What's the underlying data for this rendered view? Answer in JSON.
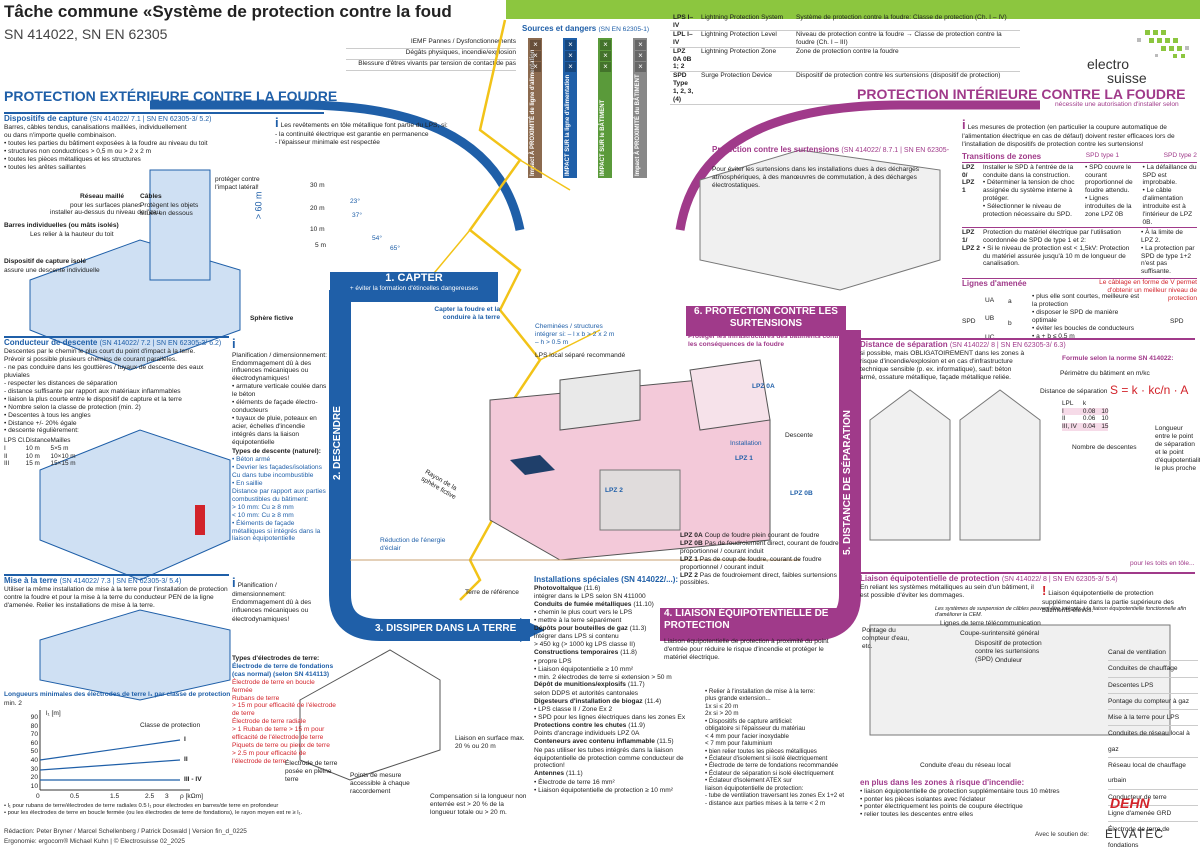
{
  "header": {
    "title": "Tâche commune «Système de protection contre la foud",
    "subtitle": "SN 414022, SN EN 62305"
  },
  "brand": {
    "line1": "electro",
    "line2": "suisse"
  },
  "dangers": {
    "title": "Sources et dangers",
    "ref": "(SN EN 62305-1)",
    "rows": [
      "IEMF Pannes / Dysfonctionnements",
      "Dégâts physiques, incendie/explosion",
      "Blessure d'êtres vivants par tension de contact/de pas"
    ],
    "columns": [
      {
        "label": "Impact À PROXIMITÉ de ligne d'alimentation",
        "color": "#8b6a4f"
      },
      {
        "label": "IMPACT SUR la ligne d'alimentation",
        "color": "#1f5fa8"
      },
      {
        "label": "IMPACT SUR le BÂTIMENT",
        "color": "#5a9a3a"
      },
      {
        "label": "Impact À PROXIMITÉ du BÂTIMENT",
        "color": "#888888"
      }
    ],
    "mark": "×"
  },
  "lpl_table": [
    {
      "code": "LPS I–IV",
      "name": "Lightning Protection System",
      "desc": "Système de protection contre la foudre: Classe de protection (Ch. I – IV)"
    },
    {
      "code": "LPL I–IV",
      "name": "Lightning Protection Level",
      "desc": "Niveau de protection contre la foudre → Classe de protection contre la foudre (Ch. I – III)"
    },
    {
      "code": "LPZ 0A 0B 1; 2",
      "name": "Lightning Protection Zone",
      "desc": "Zone de protection contre la foudre"
    },
    {
      "code": "SPD Type 1, 2, 3, (4)",
      "name": "Surge Protection Device",
      "desc": "Dispositif de protection contre les surtensions (dispositif de protection)"
    }
  ],
  "left": {
    "heading": "PROTECTION EXTÉRIEURE CONTRE LA FOUDRE",
    "capture": {
      "title": "Dispositifs de capture",
      "ref": "(SN 414022/ 7.1 | SN EN 62305-3/ 5.2)",
      "text": "Barres, câbles tendus, canalisations maillées, individuellement\nou dans n'importe quelle combinaison.\n• toutes les parties du bâtiment exposées à la foudre au niveau du toit\n• structures non conductrices > 0,5 m ou > 2 x 2 m\n• toutes les pièces métalliques et les structures\n• toutes les arêtes saillantes",
      "info": "Les revêtements en tôle métallique font partie du LPS, si:\n- la continuité électrique est garantie en permanence\n- l'épaisseur minimale est respectée",
      "labels": [
        "Réseau maillé",
        "pour les surfaces planes",
        "installer au-dessus du niveau de l'eau",
        "Câbles",
        "Protègent les objets situés en dessous",
        "Barres individuelles (ou mâts isolés)",
        "Les relier à la hauteur du toit",
        "Dispositif de capture isolé",
        "assure une descente individuelle",
        "protéger contre l'impact latéral!",
        "Sphère fictive",
        "> 60 m"
      ],
      "heights": [
        "30 m",
        "20 m",
        "10 m",
        "5 m"
      ],
      "angles": [
        "23°",
        "37°",
        "54°",
        "65°"
      ]
    },
    "descent": {
      "title": "Conducteur de descente",
      "ref": "(SN 414022/ 7.2 | SN EN 62305-3/ 6.2)",
      "text": "Descentes par le chemin le plus court du point d'impact à la terre.\nPrévoir si possible plusieurs chemins de courant parallèles.\n- ne pas conduire dans les gouttières / tuyaux de descente des eaux pluviales\n- respecter les distances de séparation\n- distance suffisante par rapport aux matériaux inflammables\n• liaison la plus courte entre le dispositif de capture et la terre\n• Nombre selon la classe de protection (min. 2)\n• Descentes à tous les angles\n• Distance +/- 20% égale\n• descente régulièrement:",
      "table_head": [
        "LPS Cl.",
        "Distance",
        "Mailles"
      ],
      "table_rows": [
        [
          "I",
          "10 m",
          "5×5 m"
        ],
        [
          "II",
          "10 m",
          "10×10 m"
        ],
        [
          "III",
          "15 m",
          "15×15 m"
        ]
      ],
      "info": "Planification / dimensionnement:\nEndommagement dû à des influences mécaniques ou électrodynamiques!\n• armature verticale coulée dans le béton\n• éléments de façade électro-conducteurs\n• tuyaux de pluie, poteaux en acier, échelles d'incendie intégrés dans la liaison équipotentielle",
      "types_title": "Types de descente (naturel):",
      "types": "• Béton armé\n• Devrier les façades/isolations\nCu dans tube incombustible\n• En saillie\nDistance par rapport aux parties combustibles du bâtiment:\n> 10 mm: Cu ≥ 8 mm\n< 10 mm: Cu ≥ 8 mm\n• Éléments de façade métalliques si intégrés dans la liaison équipotentielle"
    },
    "earth": {
      "title": "Mise à la terre",
      "ref": "(SN 414022/ 7.3 | SN EN 62305-3/ 5.4)",
      "text": "Utiliser la même installation de mise à la terre pour l'installation de protection contre la foudre et pour la mise à la terre du conducteur PEN de la ligne d'amenée. Relier les installations de mise à la terre.",
      "info": "Planification / dimensionnement:\nEndommagement dû à des influences mécaniques ou électrodynamiques!",
      "types_title": "Types d'électrodes de terre:",
      "types": [
        "Électrode de terre de fondations (cas normal) (selon SN 414113)",
        "Électrode de terre en boucle fermée",
        "Rubans de terre",
        "> 15 m pour efficacité de l'électrode de terre",
        "Électrode de terre radiale",
        "> 1 Ruban de terre > 15 m pour efficacité de l'électrode de terre",
        "Piquets de terre ou pieux de terre",
        "> 2.5 m pour efficacité de l'électrode de terre"
      ],
      "chart_title": "Longueurs minimales des électrodes de terre l₁ par classe de protection",
      "chart_note": "min. 2",
      "chart_x_label": "ρ [kΩm]",
      "chart_y_label": "l₁ [m]",
      "chart_x_ticks": [
        "0",
        "0.5",
        "1.5",
        "2.5",
        "3"
      ],
      "chart_y_ticks": [
        "90",
        "80",
        "70",
        "60",
        "50",
        "40",
        "30",
        "20",
        "10"
      ],
      "chart_classes": [
        "Classe de protection",
        "I",
        "II",
        "III - IV"
      ],
      "chart_footnote": "• l₁ pour rubans de terre/électrodes de terre radiales 0.5 l₁ pour électrodes en barres/de terre en profondeur\n• pour les électrodes de terre en boucle fermée (ou les électrodes de terre de fondations), le rayon moyen est re ≥ l₁."
    }
  },
  "center": {
    "step1": "1. CAPTER",
    "step1_sub": "+ éviter la formation d'étincelles dangereuses",
    "step2": "2. DESCENDRE",
    "step3": "3. DISSIPER DANS LA TERRE",
    "step4": "4. LIAISON ÉQUIPOTENTIELLE DE PROTECTION",
    "step5": "5. DISTANCE DE SÉPARATION",
    "step6": "6. PROTECTION CONTRE LES SURTENSIONS",
    "capture_label": "Capter la foudre et la conduire à la terre",
    "chimney": "Cheminées / structures\nintégrer si: – l x b > 2 x 2 m\n– h > 0.5 m",
    "lps_sep": "LPS local séparé recommandé",
    "installation": "Installation",
    "descente": "Descente",
    "reduction": "Réduction de l'énergie d'éclair",
    "terre_ref": "Terre de référence",
    "rayon": "Rayon de la sphère fictive",
    "zones": [
      "LPZ 0A",
      "LPZ 1",
      "LPZ 2",
      "LPZ 0B"
    ],
    "zone_legend": [
      {
        "code": "LPZ 0A",
        "text": "Coup de foudre plein courant de foudre"
      },
      {
        "code": "LPZ 0B",
        "text": "Pas de foudroiement direct, courant de foudre proportionnel / courant induit"
      },
      {
        "code": "LPZ 1",
        "text": "Pas de coup de foudre, courant de foudre proportionnel / courant induit"
      },
      {
        "code": "LPZ 2",
        "text": "Pas de foudroiement direct, faibles surtensions possibles."
      }
    ],
    "special_title": "Installations spéciales (SN 414022/...):",
    "special": [
      {
        "h": "Photovoltaïque",
        "ref": "(11.6)",
        "t": "intégrer dans le LPS selon SN 411000"
      },
      {
        "h": "Conduits de fumée métalliques",
        "ref": "(11.10)",
        "t": "• chemin le plus court vers le LPS\n• mettre à la terre séparément"
      },
      {
        "h": "Dépôts pour bouteilles de gaz",
        "ref": "(11.3)",
        "t": "intégrer dans LPS si contenu\n> 450 kg (> 1000 kg LPS classe II)"
      },
      {
        "h": "Constructions temporaires",
        "ref": "(11.8)",
        "t": "• propre LPS\n• Liaison équipotentielle ≥ 10 mm²\n• min. 2 électrodes de terre si extension > 50 m"
      },
      {
        "h": "Dépôt de munitions/explosifs",
        "ref": "(11.7)",
        "t": "selon DDPS et autorités cantonales"
      },
      {
        "h": "Digesteurs d'installation de biogaz",
        "ref": "(11.4)",
        "t": "• LPS classe II / Zone Ex 2\n• SPD pour les lignes électriques dans les zones Ex"
      },
      {
        "h": "Protections contre les chutes",
        "ref": "(11.9)",
        "t": "Points d'ancrage individuels LPZ 0A"
      },
      {
        "h": "Conteneurs avec contenu inflammable",
        "ref": "(11.5)",
        "t": "Ne pas utiliser les tubes intégrés dans la liaison équipotentielle de protection comme conducteur de protection!"
      },
      {
        "h": "Antennes",
        "ref": "(11.1)",
        "t": "• Électrode de terre 16 mm²\n• Liaison équipotentielle de protection ≥ 10 mm²"
      }
    ],
    "step4_text": "Liaison équipotentielle de protection à proximité du point d'entrée pour réduire le risque d'incendie et protéger le matériel électrique.",
    "step4_list": "• Relier à l'installation de mise à la terre:\nplus grande extension...\n1x si ≤ 20 m\n2x si > 20 m\n• Dispositifs de capture artificiel:\nobligatoire si l'épaisseur du matériau\n< 4 mm pour l'acier inoxydable\n< 7 mm pour l'aluminium\n• bien relier toutes les pièces métalliques\n• Éclateur d'isolement si isolé électriquement\n• Électrode de terre de fondations recommandée\n• Éclateur de séparation si isolé électriquement\n• Éclateur d'isolement ATEX sur\nliaison équipotentielle de protection:\n- tube de ventilation traversant les zones Ex 1+2 et\n- distance aux parties mises à la terre < 2 m",
    "house_labels": [
      "Électrode de terre posée en pleine terre",
      "Points de mesure accessible à chaque raccordement",
      "Liaison en surface max. 20 % ou 20 m",
      "Compensation si la longueur non enterrée est > 20 % de la longueur totale ou > 20 m."
    ]
  },
  "right": {
    "heading": "PROTECTION INTÉRIEURE CONTRE LA FOUDRE",
    "heading_sub": "nécessite une autorisation d'installer selon",
    "surge": {
      "title": "Protection contre les surtensions",
      "ref": "(SN 414022/ 8.7.1 | SN EN 62305-4)",
      "text": "Pour éviter les surtensions dans les installations dues à des décharges atmosphériques, à des manœuvres de commutation, à des décharges électrostatiques.",
      "protect": "Protéger les infrastructures des bâtiments contre les conséquences de la foudre",
      "info": "Les mesures de protection (en particulier la coupure automatique de l'alimentation électrique en cas de défaut) doivent rester efficaces lors de l'installation de dispositifs de protection contre les surtensions!",
      "transitions_title": "Transitions de zones",
      "spd1": "SPD type 1",
      "spd2": "SPD type 2",
      "t1_label": "LPZ 0/ LPZ 1",
      "t1": "Installer le SPD à l'entrée de la conduite dans la construction.\n• Déterminer la tension de choc assignée du système interne à protéger.\n• Sélectionner le niveau de protection nécessaire du SPD.",
      "t1_spd1": "• SPD couvre le courant proportionnel de foudre attendu.\n• Lignes introduites de la zone LPZ 0B",
      "t1_spd2": "• La défaillance du SPD est improbable.\n• Le câble d'alimentation introduite est à l'intérieur de LPZ 0B.",
      "t2_label": "LPZ 1/ LPZ 2",
      "t2": "Protection du matériel électrique par l'utilisation coordonnée de SPD de type 1 et 2:\n• Si le niveau de protection est < 1,5kV: Protection du matériel assurée jusqu'à 10 m de longueur de canalisation.",
      "t2_spd": "• À la limite de LPZ 2.\n• La protection par SPD de type 1+2 n'est pas suffisante.",
      "lines_title": "Lignes d'amenée",
      "lines_note": "Le câblage en forme de V permet d'obtenir un meilleur niveau de protection",
      "lines": "• plus elle sont courtes, meilleure est la protection\n• disposer le SPD de manière optimale\n• éviter les boucles de conducteurs\n• a + b ≤ 0.5 m",
      "lines_labels": [
        "UA",
        "UB",
        "UC",
        "SPD",
        "a",
        "b",
        "SPD"
      ]
    },
    "separation": {
      "title": "Distance de séparation",
      "ref": "(SN 414022/ 8 | SN EN 62305-3/ 6.3)",
      "text": "si possible, mais OBLIGATOIREMENT dans les zones à risque d'incendie/explosion et en cas d'infrastructure technique sensible (p. ex. informatique), sauf: béton armé, ossature métallique, façade métallique reliée.",
      "formula_title": "Formule selon la norme SN 414022:",
      "perimeter": "Périmètre du bâtiment en m/kc",
      "formula_label": "Distance de séparation",
      "formula": "S = k · kc/n · A",
      "k_head": [
        "LPL",
        "k"
      ],
      "k_rows": [
        [
          "I",
          "0.08"
        ],
        [
          "II",
          "0.06"
        ],
        [
          "III, IV",
          "0.04"
        ]
      ],
      "k_extra": [
        "10",
        "10",
        "15"
      ],
      "n_label": "Nombre de descentes",
      "side_note": "Longueur entre le point de séparation et le point d'équipotentialité le plus proche",
      "roof_note": "pour les toits en tôle..."
    },
    "equip": {
      "title": "Liaison équipotentielle de protection",
      "ref": "(SN 414022/ 8 | SN EN 62305-3/ 5.4)",
      "text": "En reliant les systèmes métalliques au sein d'un bâtiment, il est possible d'éviter les dommages.",
      "info": "Liaison équipotentielle de protection supplémentaire dans la partie supérieure des bâtiments élevés.",
      "note": "Les systèmes de suspension de câbles peuvent être intégrés à la liaison équipotentielle fonctionnelle afin d'améliorer la CEM.",
      "labels_left": [
        "Pontage du compteur d'eau, etc.",
        "Lignes de terre télécommunication",
        "Coupe-surintensité général",
        "Dispositif de protection contre les surtensions (SPD)",
        "Onduleur",
        "Conduite d'eau du réseau local"
      ],
      "labels_right": [
        "Canal de ventilation",
        "Conduites de chauffage",
        "Descentes LPS",
        "Pontage du compteur à gaz",
        "Mise à la terre pour LPS",
        "Conduites de réseau local à gaz",
        "Réseau local de chauffage urbain",
        "Conducteur de terre",
        "Ligne d'amenée GRD",
        "Électrode de terre de fondations"
      ],
      "ex_title": "en plus dans les zones à risque d'incendie:",
      "ex": "• liaison équipotentielle de protection supplémentaire tous 10 mètres\n• ponter les pièces isolantes avec l'éclateur\n• ponter électriquement les points de coupure électrique\n• relier toutes les descentes entre elles"
    }
  },
  "footer": {
    "line1": "Rédaction: Peter Bryner / Marcel Schellenberg / Patrick Doswald  |  Version fin_d_0225",
    "line2": "Ergonomie: ergocom® Michael Kuhn  |  © Electrosuisse 02_2025",
    "support": "Avec le soutien de:",
    "sponsor1": "DEHN",
    "sponsor2": "ELVATEC"
  },
  "colors": {
    "blue": "#1f5fa8",
    "magenta": "#a03a8a",
    "green": "#8cc63f",
    "yellow": "#f2c318",
    "red": "#d2232a"
  }
}
